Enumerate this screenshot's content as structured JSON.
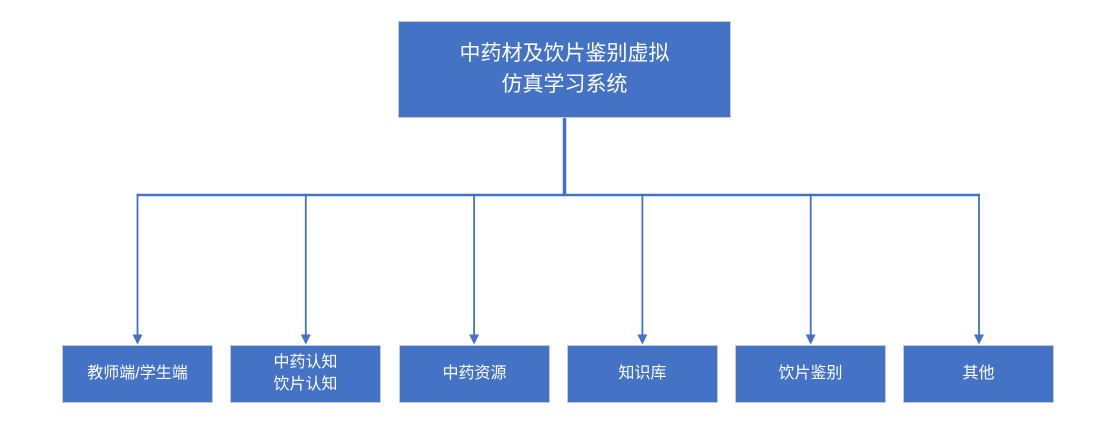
{
  "diagram": {
    "type": "org-chart",
    "root": {
      "lines": [
        "中药材及饮片鉴别虚拟",
        "仿真学习系统"
      ]
    },
    "children": [
      {
        "lines": [
          "教师端/学生端"
        ]
      },
      {
        "lines": [
          "中药认知",
          "饮片认知"
        ]
      },
      {
        "lines": [
          "中药资源"
        ]
      },
      {
        "lines": [
          "知识库"
        ]
      },
      {
        "lines": [
          "饮片鉴别"
        ]
      },
      {
        "lines": [
          "其他"
        ]
      }
    ],
    "colors": {
      "box_fill": "#4472C4",
      "box_border": "#C5CBD9",
      "connector": "#4472C4",
      "text": "#FFFFFF",
      "background": "#FFFFFF"
    }
  }
}
